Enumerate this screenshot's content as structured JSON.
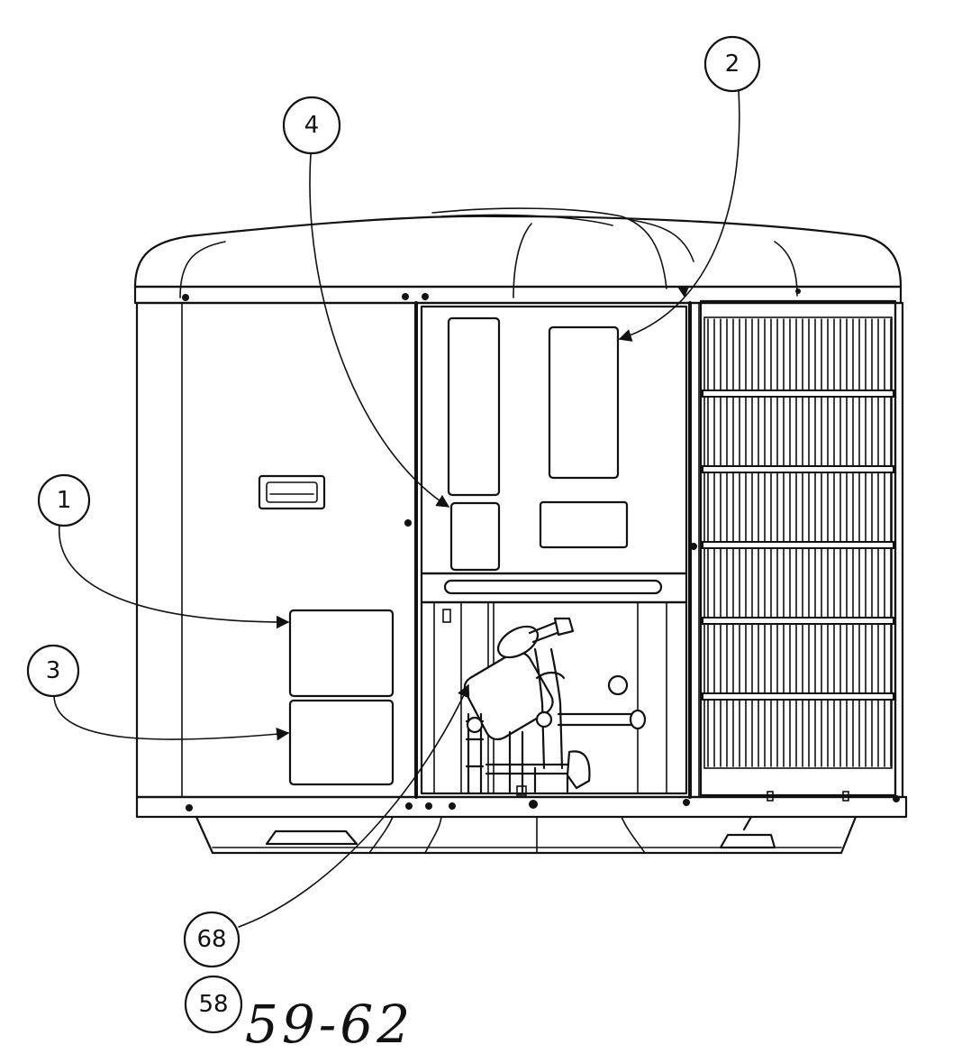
{
  "callouts": {
    "c1": "1",
    "c2": "2",
    "c3": "3",
    "c4": "4",
    "c68": "68",
    "c58": "58"
  },
  "handwritten_note": "59-62"
}
